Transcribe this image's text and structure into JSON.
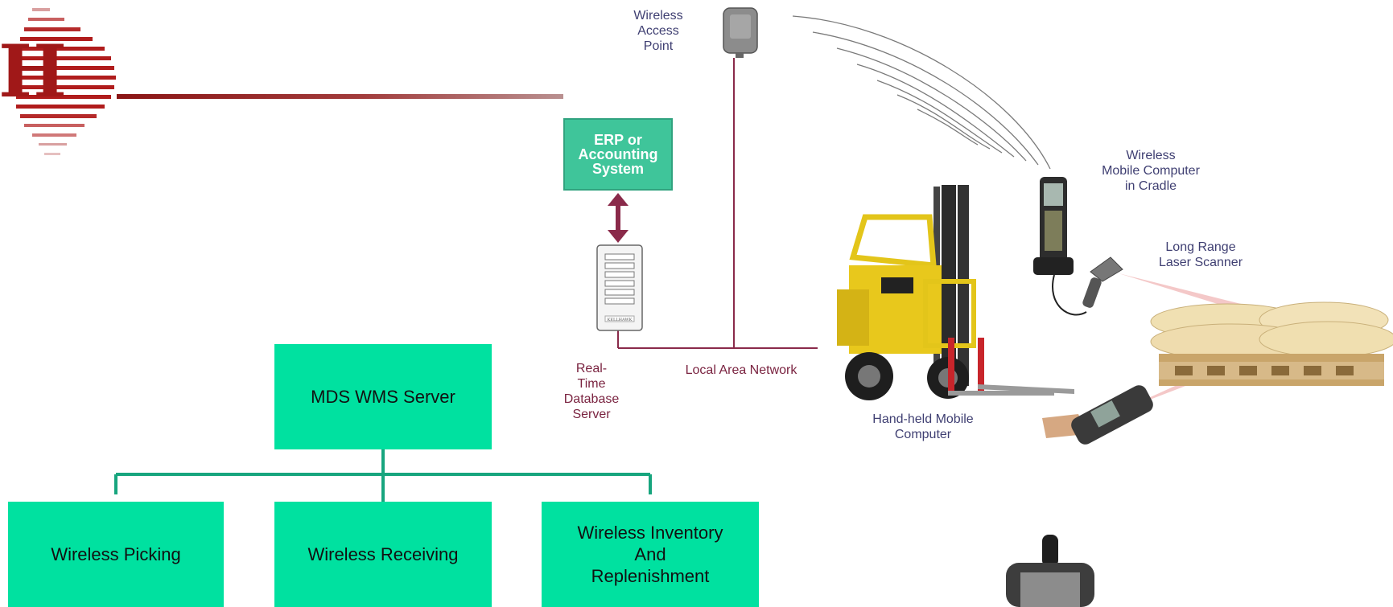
{
  "diagram": {
    "wireless_access_point": "Wireless\nAccess\nPoint",
    "erp_system": "ERP or\nAccounting\nSystem",
    "database_server": "Real-Time\nDatabase\nServer",
    "local_area_network": "Local Area Network",
    "mobile_computer_cradle": "Wireless\nMobile Computer\nin Cradle",
    "laser_scanner": "Long Range\nLaser Scanner",
    "handheld_computer": "Hand-held Mobile\nComputer",
    "server_brand": "KELLHAWK"
  },
  "org_chart": {
    "root": "MDS WMS Server",
    "children": [
      "Wireless Picking",
      "Wireless Receiving",
      "Wireless Inventory\nAnd\nReplenishment"
    ]
  },
  "colors": {
    "box_fill": "#00e1a0",
    "connector": "#17a57e",
    "erp_fill": "#3fc59a",
    "network_line": "#8a2a4a",
    "logo_red": "#b01c1c"
  }
}
